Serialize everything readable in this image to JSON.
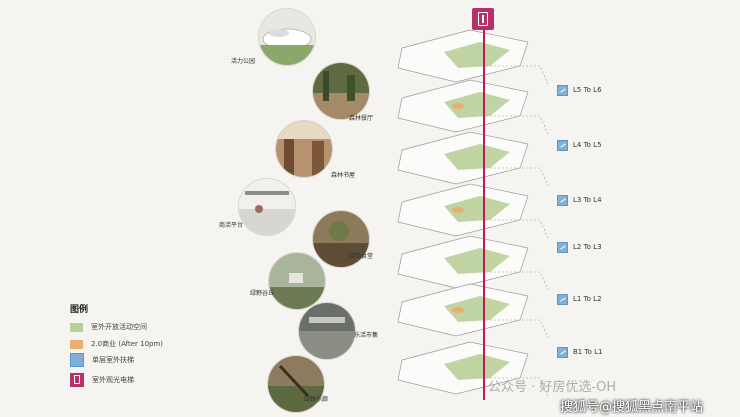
{
  "top_icon_color": "#b8306a",
  "spine_color": "#c2185b",
  "photos": [
    {
      "caption": "活力公园",
      "icon": "park-photo"
    },
    {
      "caption": "森林餐厅",
      "icon": "forest-restaurant-photo"
    },
    {
      "caption": "森林书屋",
      "icon": "forest-bookstore-photo"
    },
    {
      "caption": "商活平台",
      "icon": "commercial-platform-photo"
    },
    {
      "caption": "绿荫食堂",
      "icon": "canteen-photo"
    },
    {
      "caption": "绿野谷丘",
      "icon": "green-valley-photo"
    },
    {
      "caption": "乐活市集",
      "icon": "market-photo"
    },
    {
      "caption": "绿野乐廊",
      "icon": "green-corridor-photo"
    }
  ],
  "levels": [
    {
      "label": "L5 To L6"
    },
    {
      "label": "L4 To L5"
    },
    {
      "label": "L3 To L4"
    },
    {
      "label": "L2 To L3"
    },
    {
      "label": "L1 To L2"
    },
    {
      "label": "B1 To L1"
    }
  ],
  "legend": {
    "title": "图例",
    "items": [
      {
        "label": "室外开放活动空间",
        "color": "#b9cf9a"
      },
      {
        "label": "2.0商业 (After 10pm)",
        "color": "#e8b06e"
      },
      {
        "label": "单层室外扶梯",
        "color": "#7fb0d8"
      },
      {
        "label": "室外观光电梯",
        "color": "#b8306a"
      }
    ]
  },
  "watermark": {
    "gray": "公众号 · 好房优选-OH",
    "white": "搜狐号@搜狐黑点南平站"
  }
}
